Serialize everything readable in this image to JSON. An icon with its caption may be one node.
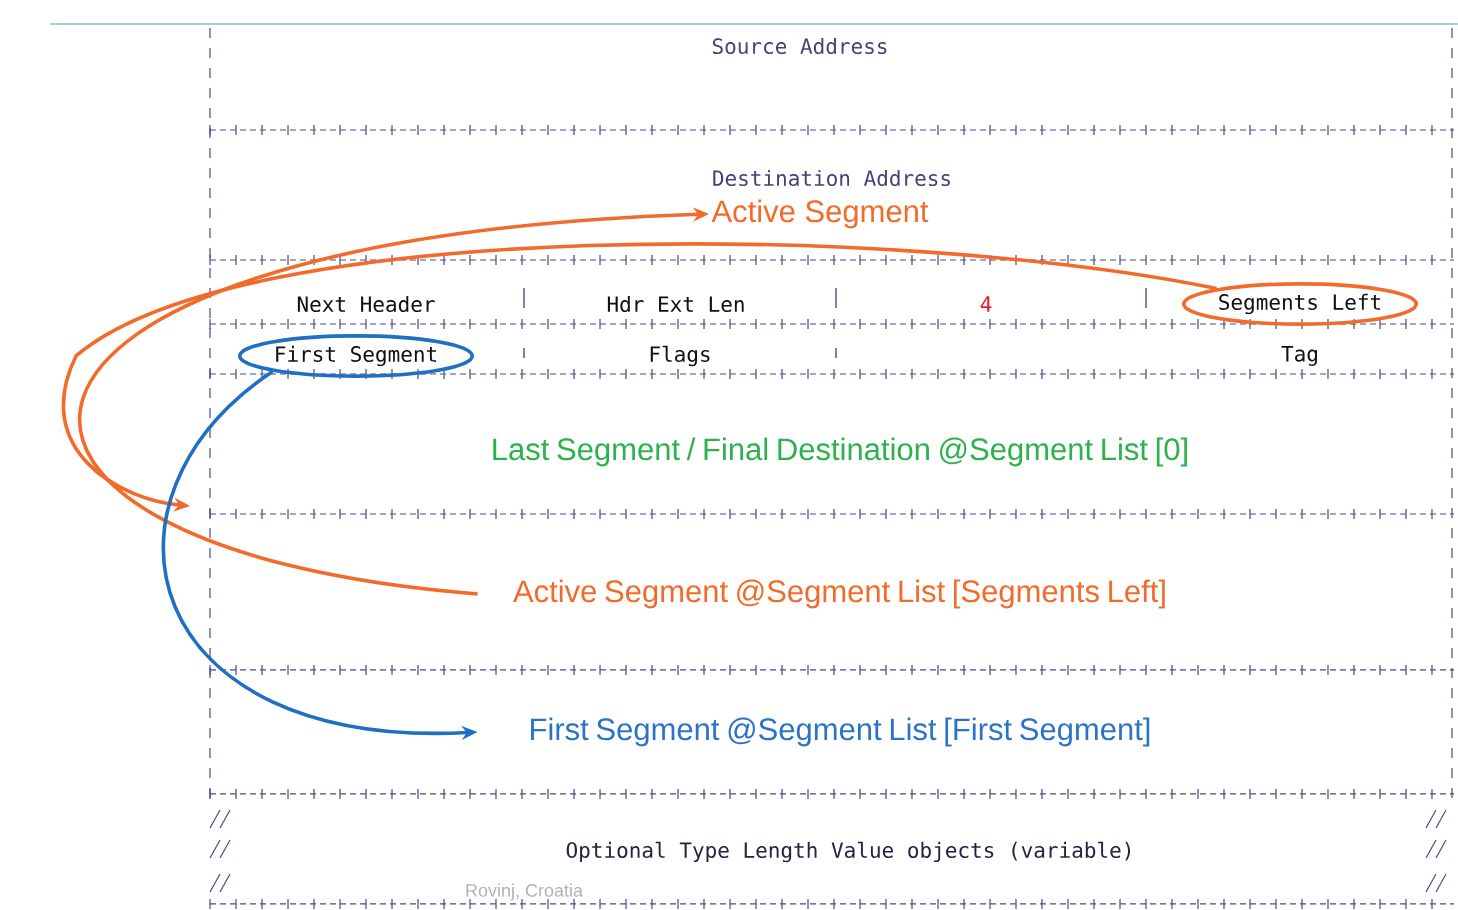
{
  "diagram": {
    "nodes": [
      {
        "text": [
          "Source Address"
        ]
      },
      {
        "text": [
          "Destination Address"
        ]
      },
      {
        "text": [
          "Active Segment"
        ]
      },
      {
        "text": [
          "Next Header"
        ]
      },
      {
        "text": [
          "Hdr Ext Len"
        ]
      },
      {
        "text": [
          "4"
        ]
      },
      {
        "text": [
          "Segments Left"
        ]
      },
      {
        "text": [
          "First Segment"
        ]
      },
      {
        "text": [
          "Flags"
        ]
      },
      {
        "text": [
          "Tag"
        ]
      },
      {
        "text": [
          "Last Segment / Final Destination @Segment List [0]"
        ]
      },
      {
        "text": [
          "Active Segment @Segment List [Segments Left]"
        ]
      },
      {
        "text": [
          "First Segment @Segment List [First Segment]"
        ]
      },
      {
        "text": [
          "Optional Type Length Value objects (variable)"
        ]
      }
    ],
    "edges": [
      {
        "from": 11,
        "to": 2,
        "arrow": "to"
      },
      {
        "from": 6,
        "to": null,
        "arrow": "to"
      },
      {
        "from": 7,
        "to": 12,
        "arrow": "to",
        "color": "#1f6fc4"
      }
    ],
    "labels": [
      "Rovinj, Croatia"
    ]
  }
}
